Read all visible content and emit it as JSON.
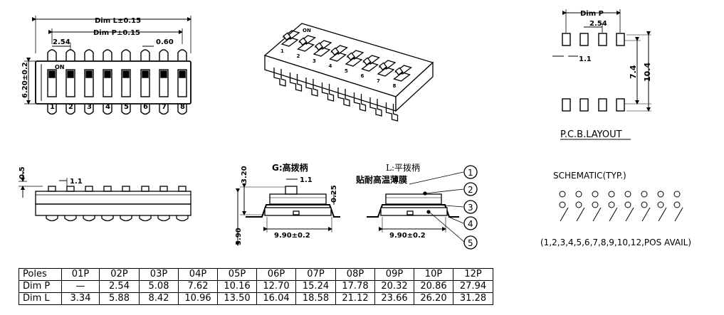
{
  "top_view": {
    "dim_l": "Dim L±0.15",
    "dim_p": "Dim P±0.15",
    "pitch": "2.54",
    "gap": "0.60",
    "on_label": "ON",
    "height": "6.20±0.2",
    "positions": [
      "1",
      "2",
      "3",
      "4",
      "5",
      "6",
      "7",
      "8"
    ]
  },
  "iso_view": {
    "on_label": "ON",
    "positions": [
      "1",
      "2",
      "3",
      "4",
      "5",
      "6",
      "7",
      "8"
    ]
  },
  "side_view": {
    "height": "0.5",
    "pin": "1.1"
  },
  "section_g": {
    "title": "G:高拨柄",
    "top": "3.20",
    "pin": "1.1",
    "gap": "0.25",
    "height": "3.90",
    "width": "9.90±0.2"
  },
  "section_l": {
    "title": "L:平拨柄",
    "subtitle": "贴耐高温薄膜",
    "width": "9.90±0.2",
    "callouts": [
      "1",
      "2",
      "3",
      "4",
      "5"
    ]
  },
  "pcb": {
    "dim_p": "Dim  P",
    "pitch": "2.54",
    "pad": "1.1",
    "inner": "7.4",
    "outer": "10.4",
    "title": "P.C.B.LAYOUT"
  },
  "schematic": {
    "title": "SCHEMATIC(TYP.)",
    "note": "(1,2,3,4,5,6,7,8,9,10,12,POS  AVAIL)"
  },
  "table": {
    "rows": [
      [
        "Poles",
        "01P",
        "02P",
        "03P",
        "04P",
        "05P",
        "06P",
        "07P",
        "08P",
        "09P",
        "10P",
        "12P"
      ],
      [
        "Dim  P",
        "—",
        "2.54",
        "5.08",
        "7.62",
        "10.16",
        "12.70",
        "15.24",
        "17.78",
        "20.32",
        "20.86",
        "27.94"
      ],
      [
        "Dim  L",
        "3.34",
        "5.88",
        "8.42",
        "10.96",
        "13.50",
        "16.04",
        "18.58",
        "21.12",
        "23.66",
        "26.20",
        "31.28"
      ]
    ]
  }
}
